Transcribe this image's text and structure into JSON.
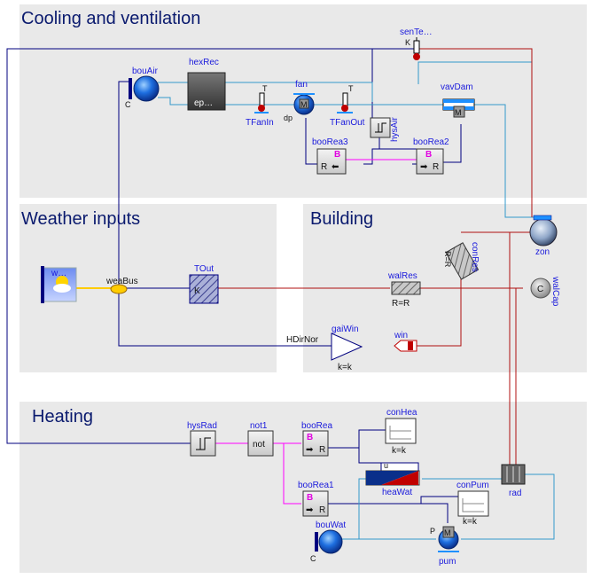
{
  "sections": {
    "cooling": "Cooling and ventilation",
    "weather": "Weather inputs",
    "building": "Building",
    "heating": "Heating"
  },
  "components": {
    "senTe": "senTe…",
    "senTe_k": "K",
    "bouAir": "bouAir",
    "bouAir_c": "C",
    "hexRec": "hexRec",
    "hexRec_inner": "ep…",
    "T1": "T",
    "TFanIn": "TFanIn",
    "fan": "fan",
    "fan_dp": "dp",
    "fan_m": "M",
    "T2": "T",
    "TFanOut": "TFanOut",
    "hysAir": "hysAir",
    "vavDam": "vavDam",
    "vavDam_m": "M",
    "booRea3": "booRea3",
    "booRea3_b": "B",
    "booRea3_r": "R",
    "booRea2": "booRea2",
    "booRea2_b": "B",
    "booRea2_r": "R",
    "zon": "zon",
    "weaDat": "w…",
    "weaBus": "weaBus",
    "TOut": "TOut",
    "TOut_k": "K",
    "conRes": "conRes",
    "conRes_eq": "R=R",
    "walRes": "walRes",
    "walRes_eq": "R=R",
    "walCap": "walCap",
    "walCap_c": "C",
    "HDirNor": "HDirNor",
    "gaiWin": "gaiWin",
    "gaiWin_k": "k=k",
    "win": "win",
    "hysRad": "hysRad",
    "not1": "not1",
    "not1_inner": "not",
    "booRea": "booRea",
    "booRea_b": "B",
    "booRea_r": "R",
    "conHea": "conHea",
    "conHea_k": "k=k",
    "heaWat": "heaWat",
    "heaWat_u": "u",
    "rad": "rad",
    "booRea1": "booRea1",
    "booRea1_b": "B",
    "booRea1_r": "R",
    "conPum": "conPum",
    "conPum_k": "k=k",
    "bouWat": "bouWat",
    "bouWat_c": "C",
    "pum": "pum",
    "pum_p": "P",
    "pum_m": "M"
  },
  "colors": {
    "panel": "#e9e9e9",
    "signal": "#00007f",
    "boolean": "#ff00ff",
    "fluid": "#3399cc",
    "heat": "#b01010",
    "bus": "#ffcc00",
    "label": "#1a1adc"
  }
}
